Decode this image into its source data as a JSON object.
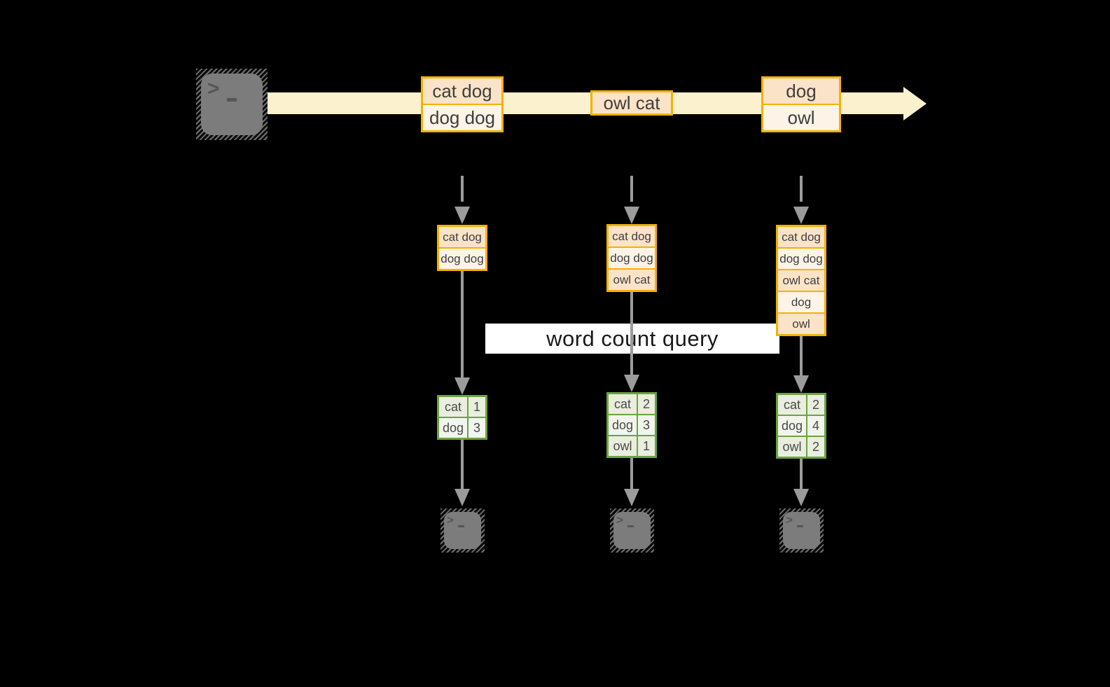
{
  "query_label": "word count query",
  "prompt_glyph": ">",
  "stream": {
    "record1": [
      "cat dog",
      "dog dog"
    ],
    "record2": [
      "owl cat"
    ],
    "record3": [
      "dog",
      "owl"
    ]
  },
  "windows": {
    "w1": [
      "cat dog",
      "dog dog"
    ],
    "w2": [
      "cat dog",
      "dog dog",
      "owl cat"
    ],
    "w3": [
      "cat dog",
      "dog dog",
      "owl cat",
      "dog",
      "owl"
    ]
  },
  "counts": {
    "t1": [
      [
        "cat",
        "1"
      ],
      [
        "dog",
        "3"
      ]
    ],
    "t2": [
      [
        "cat",
        "2"
      ],
      [
        "dog",
        "3"
      ],
      [
        "owl",
        "1"
      ]
    ],
    "t3": [
      [
        "cat",
        "2"
      ],
      [
        "dog",
        "4"
      ],
      [
        "owl",
        "2"
      ]
    ]
  },
  "colors": {
    "background": "#000000",
    "stream_band": "#FBF1CE",
    "record_border": "#F3B200",
    "record_fill_peach": "#FBE3C8",
    "record_fill_cream": "#FDF3E7",
    "table_border": "#6CA43F",
    "table_cell": "#E9EEDF",
    "table_cell_alt": "#F2F5EC",
    "arrow_gray": "#9B9B9B",
    "terminal_gray": "#7C7C7C",
    "label_bg": "#FFFFFF"
  }
}
